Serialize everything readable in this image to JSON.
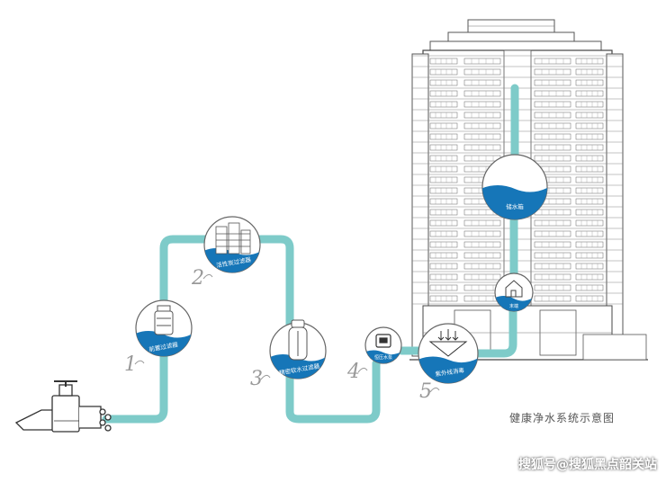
{
  "diagram": {
    "caption": "健康净水系统示意图",
    "watermark": "搜狐号@搜狐黑点韶关站",
    "pipe_color": "#7ecbc9",
    "water_color": "#1676b8",
    "number_color": "#999999",
    "stages": [
      {
        "number": "1",
        "label": "前置过滤器",
        "icon": "filter-icon"
      },
      {
        "number": "2",
        "label": "活性炭过滤器",
        "icon": "building-icon"
      },
      {
        "number": "3",
        "label": "精密软水过滤器",
        "icon": "softener-tank-icon"
      },
      {
        "number": "4",
        "label": "恒压水泵",
        "icon": "pump-icon"
      },
      {
        "number": "5",
        "label": "紫外线消毒",
        "icon": "uv-lamp-icon"
      }
    ],
    "tank_label": "储水箱",
    "house_label": "末端"
  }
}
